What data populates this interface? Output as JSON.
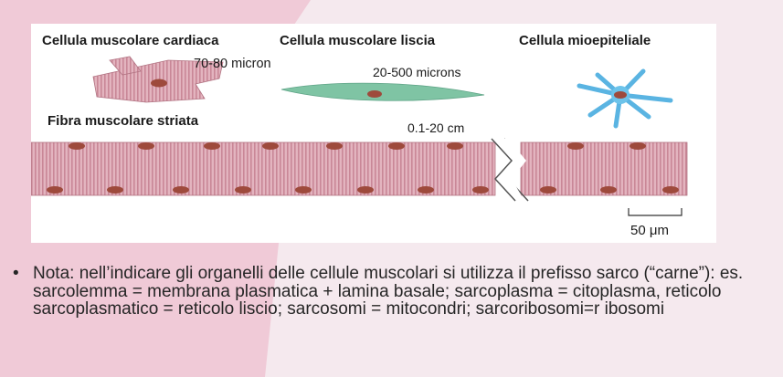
{
  "slide": {
    "colors": {
      "background": "#f5e9ee",
      "accent_pink": "#f0cad7",
      "fiber": "#d9a0ad",
      "nucleus": "#9e4a3c"
    },
    "figure": {
      "labels": {
        "cardiac": "Cellula muscolare cardiaca",
        "smooth": "Cellula muscolare liscia",
        "myoepithelial": "Cellula mioepiteliale",
        "striated": "Fibra muscolare striata"
      },
      "sizes": {
        "cardiac": "70-80 micron",
        "smooth": "20-500 microns",
        "striated": "0.1-20 cm"
      },
      "scale_bar": "50 μm"
    },
    "note": {
      "bullet": "•",
      "text": "Nota: nell’indicare gli organelli delle cellule muscolari si utilizza il prefisso sarco (“carne”): es. sarcolemma = membrana plasmatica + lamina basale; sarcoplasma = citoplasma, reticolo sarcoplasmatico = reticolo liscio; sarcosomi = mitocondri; sarcoribosomi=r ibosomi"
    }
  }
}
